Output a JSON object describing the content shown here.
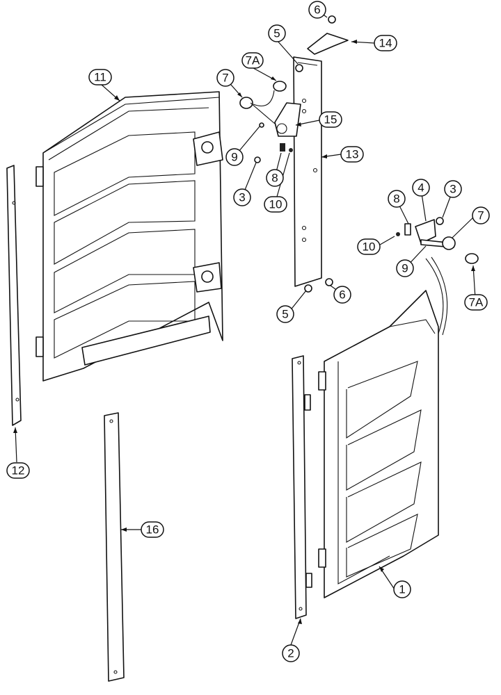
{
  "callouts": {
    "c1": "1",
    "c2": "2",
    "c3a": "3",
    "c3b": "3",
    "c4": "4",
    "c5a": "5",
    "c5b": "5",
    "c6a": "6",
    "c6b": "6",
    "c7a": "7",
    "c7b": "7",
    "c7Aa": "7A",
    "c7Ab": "7A",
    "c8a": "8",
    "c8b": "8",
    "c9a": "9",
    "c9b": "9",
    "c10a": "10",
    "c10b": "10",
    "c11": "11",
    "c12": "12",
    "c13": "13",
    "c14": "14",
    "c15": "15",
    "c16": "16"
  }
}
